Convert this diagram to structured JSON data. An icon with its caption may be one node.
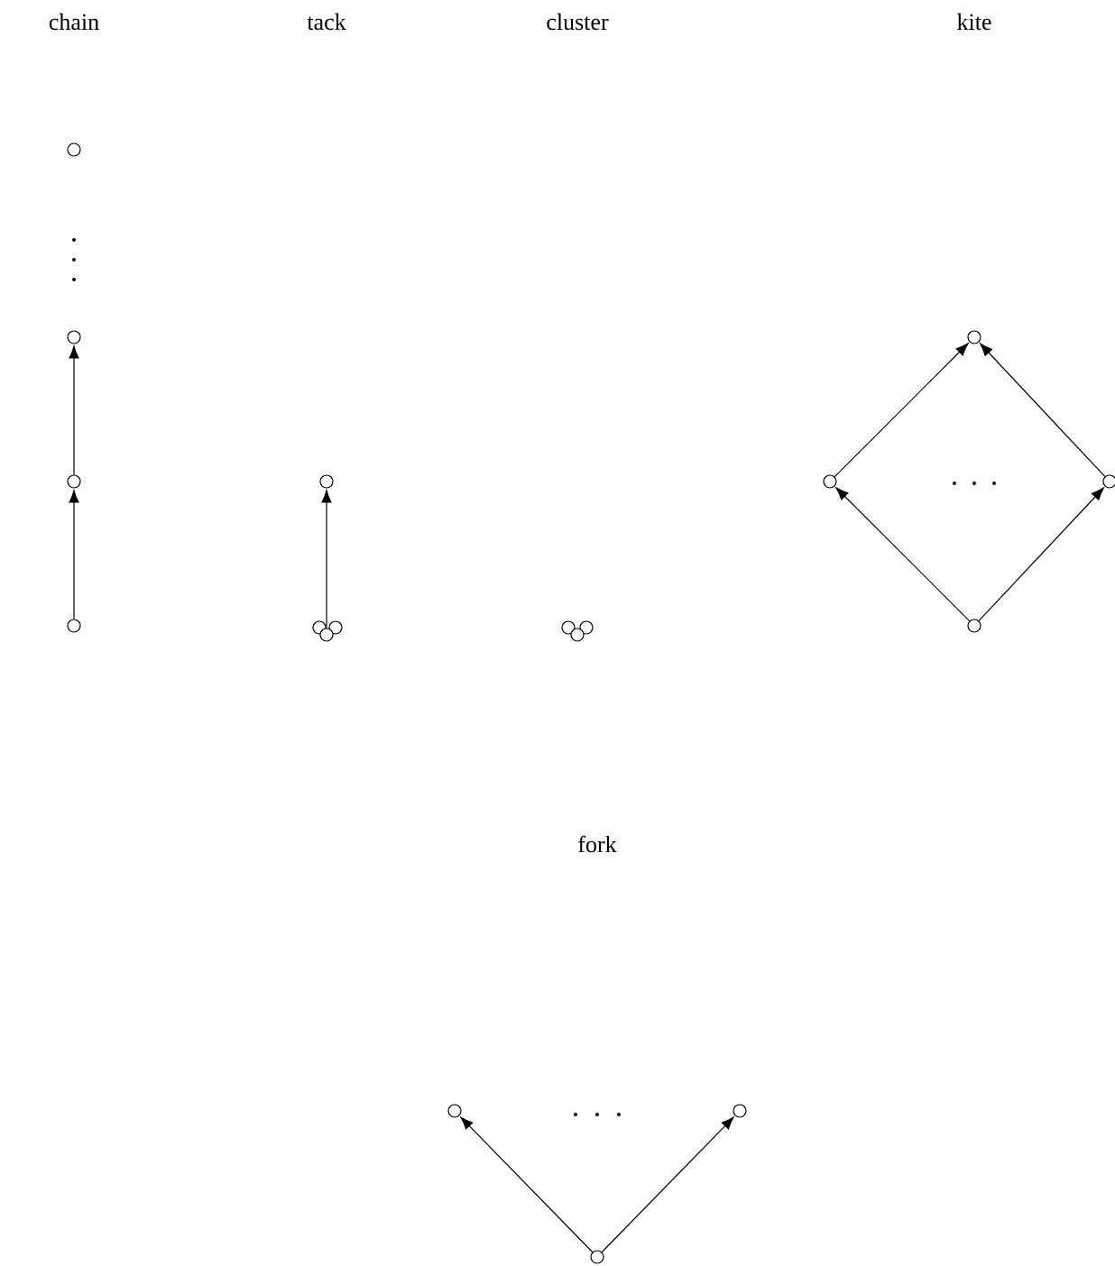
{
  "diagram": {
    "nodes": [
      {
        "text": [],
        "shape": "circle"
      },
      {
        "text": [],
        "shape": "circle"
      },
      {
        "text": [],
        "shape": "circle"
      },
      {
        "text": [],
        "shape": "circle"
      },
      {
        "text": [],
        "shape": "circle"
      },
      {
        "text": [],
        "shape": "circle"
      },
      {
        "text": [],
        "shape": "circle"
      },
      {
        "text": [],
        "shape": "circle"
      },
      {
        "text": [],
        "shape": "circle"
      },
      {
        "text": [],
        "shape": "circle"
      },
      {
        "text": [],
        "shape": "circle"
      },
      {
        "text": [],
        "shape": "circle"
      },
      {
        "text": [],
        "shape": "circle"
      },
      {
        "text": [],
        "shape": "circle"
      },
      {
        "text": [],
        "shape": "circle"
      },
      {
        "text": [],
        "shape": "circle"
      },
      {
        "text": [],
        "shape": "circle"
      },
      {
        "text": [],
        "shape": "circle"
      }
    ],
    "edges": [
      {
        "from": 3,
        "to": 2,
        "arrow": "to"
      },
      {
        "from": 2,
        "to": 1,
        "arrow": "to"
      },
      {
        "from": 7,
        "to": 4,
        "arrow": "to"
      },
      {
        "from": 14,
        "to": 12,
        "arrow": "to"
      },
      {
        "from": 14,
        "to": 13,
        "arrow": "to"
      },
      {
        "from": 12,
        "to": 11,
        "arrow": "to"
      },
      {
        "from": 13,
        "to": 11,
        "arrow": "to"
      },
      {
        "from": 17,
        "to": 15,
        "arrow": "to"
      },
      {
        "from": 17,
        "to": 16,
        "arrow": "to"
      }
    ],
    "labels": [
      "chain",
      "tack",
      "cluster",
      "kite",
      "fork"
    ]
  }
}
